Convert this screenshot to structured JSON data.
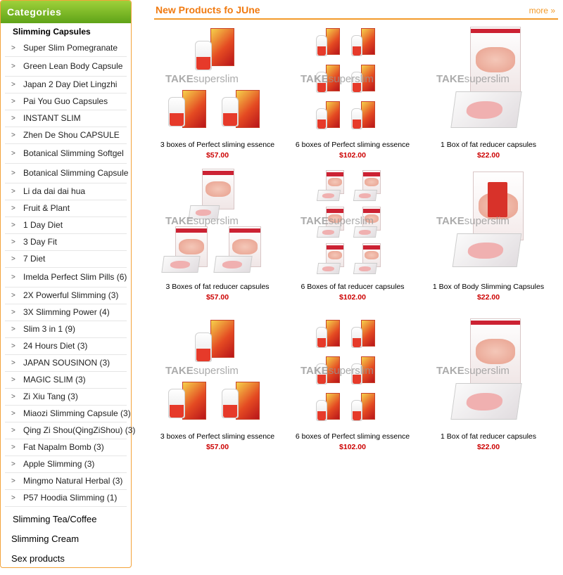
{
  "sidebar": {
    "header": "Categories",
    "subtitle": "Slimming Capsules",
    "items": [
      "Super Slim Pomegranate",
      "Green Lean Body  Capsule",
      "Japan 2 Day Diet Lingzhi",
      "Pai You Guo Capsules",
      "INSTANT SLIM",
      "Zhen De Shou CAPSULE",
      "Botanical Slimming  Softgel",
      "Botanical Slimming  Capsule",
      "Li da dai dai hua",
      "Fruit & Plant",
      " 1 Day Diet",
      "3 Day Fit",
      "7 Diet",
      "Imelda Perfect Slim Pills (6)",
      "2X Powerful Slimming (3)",
      "3X Slimming Power (4)",
      "Slim 3 in 1 (9)",
      "24 Hours Diet (3)",
      "JAPAN SOUSINON (3)",
      "MAGIC SLIM (3)",
      "Zi Xiu Tang (3)",
      "Miaozi Slimming Capsule (3)",
      "Qing Zi Shou(QingZiShou) (3)",
      "Fat Napalm Bomb (3)",
      "Apple Slimming (3)",
      "Mingmo Natural Herbal (3)",
      "P57 Hoodia Slimming (1)"
    ],
    "categories": [
      "Slimming Tea/Coffee",
      "Slimming Cream",
      "Sex products"
    ],
    "arrow_glyph": ">"
  },
  "main": {
    "title": "New Products fo JUne",
    "more": "more",
    "more_icon": "double-chevron-right-icon",
    "watermark_a": "TAKE",
    "watermark_b": "superslim",
    "products": [
      {
        "name": "3 boxes of Perfect sliming essence",
        "price": "$57.00",
        "kind": "essence3"
      },
      {
        "name": "6 boxes of Perfect sliming essence",
        "price": "$102.00",
        "kind": "essence6"
      },
      {
        "name": "1 Box of fat reducer capsules",
        "price": "$22.00",
        "kind": "reducer1"
      },
      {
        "name": "3 Boxes of fat reducer capsules",
        "price": "$57.00",
        "kind": "reducer3"
      },
      {
        "name": "6 Boxes of fat reducer capsules",
        "price": "$102.00",
        "kind": "reducer6"
      },
      {
        "name": "1 Box of Body Slimming Capsules",
        "price": "$22.00",
        "kind": "body1"
      },
      {
        "name": "3 boxes of Perfect sliming essence",
        "price": "$57.00",
        "kind": "essence3"
      },
      {
        "name": "6 boxes of Perfect sliming essence",
        "price": "$102.00",
        "kind": "essence6"
      },
      {
        "name": "1 Box of fat reducer capsules",
        "price": "$22.00",
        "kind": "reducer1"
      }
    ]
  },
  "colors": {
    "accent": "#f07a10",
    "border": "#f3a33a",
    "header_green": "#5fa318",
    "price": "#cc0000"
  }
}
